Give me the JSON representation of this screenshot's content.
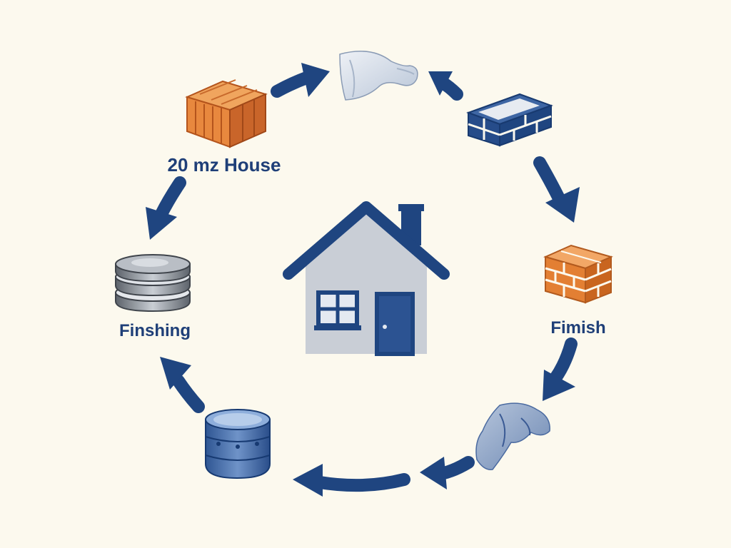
{
  "labels": {
    "house_size": "20 mz House",
    "finishing": "Finshing",
    "finish": "Fimish"
  },
  "icons": {
    "center": "house-icon",
    "top_left": "wood-block-icon",
    "top": "fabric-sheet-icon",
    "top_right": "block-stack-icon",
    "right": "brick-wall-icon",
    "bottom_right": "folded-cloth-icon",
    "bottom": "drum-barrel-icon",
    "left": "metal-disc-stack-icon"
  },
  "colors": {
    "background": "#fcf9ee",
    "navy": "#1f4580",
    "orange": "#e0813a",
    "house_wall": "#c9ced6",
    "steel": "#9aa0a8"
  }
}
